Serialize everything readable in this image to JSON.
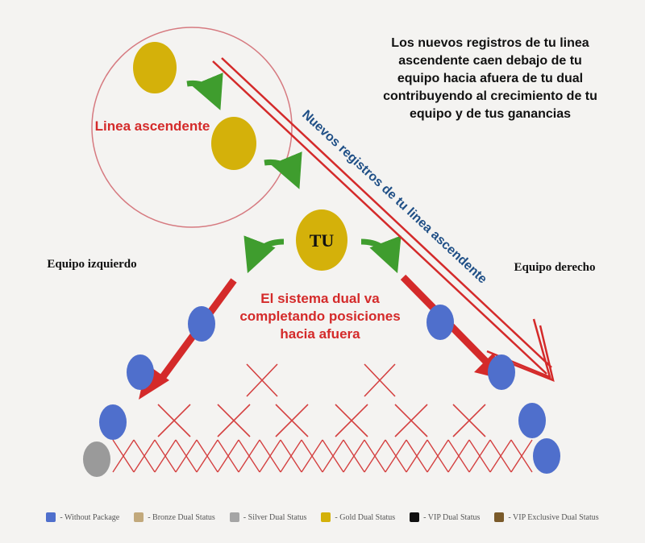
{
  "description_text": [
    "Los nuevos registros de tu linea",
    "ascendente caen debajo de tu",
    "equipo hacia afuera de tu dual",
    "contribuyendo al crecimiento de tu",
    "equipo y de tus ganancias"
  ],
  "upline_label": "Linea ascendente",
  "you_label": "TU",
  "diagonal_label": "Nuevos registros de tu linea ascendente",
  "left_team_label": "Equipo izquierdo",
  "right_team_label": "Equipo derecho",
  "center_text": [
    "El sistema dual va",
    "completando posiciones",
    "hacia afuera"
  ],
  "colors": {
    "red": "#d42a2a",
    "green": "#3f9d2e",
    "blue_text": "#1f4f86",
    "node_blue": "#4f6fcc",
    "node_gold": "#d4b10a",
    "node_gray": "#9a9a9a",
    "circle_outline": "#d67a80"
  },
  "legend": [
    {
      "label": "- Without Package",
      "color": "#4f6fcc"
    },
    {
      "label": "- Bronze Dual Status",
      "color": "#c2a97c"
    },
    {
      "label": "- Silver Dual Status",
      "color": "#a5a5a5"
    },
    {
      "label": "- Gold Dual Status",
      "color": "#d4b10a"
    },
    {
      "label": "- VIP Dual Status",
      "color": "#111111"
    },
    {
      "label": "- VIP Exclusive Dual Status",
      "color": "#7a5a2a"
    }
  ]
}
